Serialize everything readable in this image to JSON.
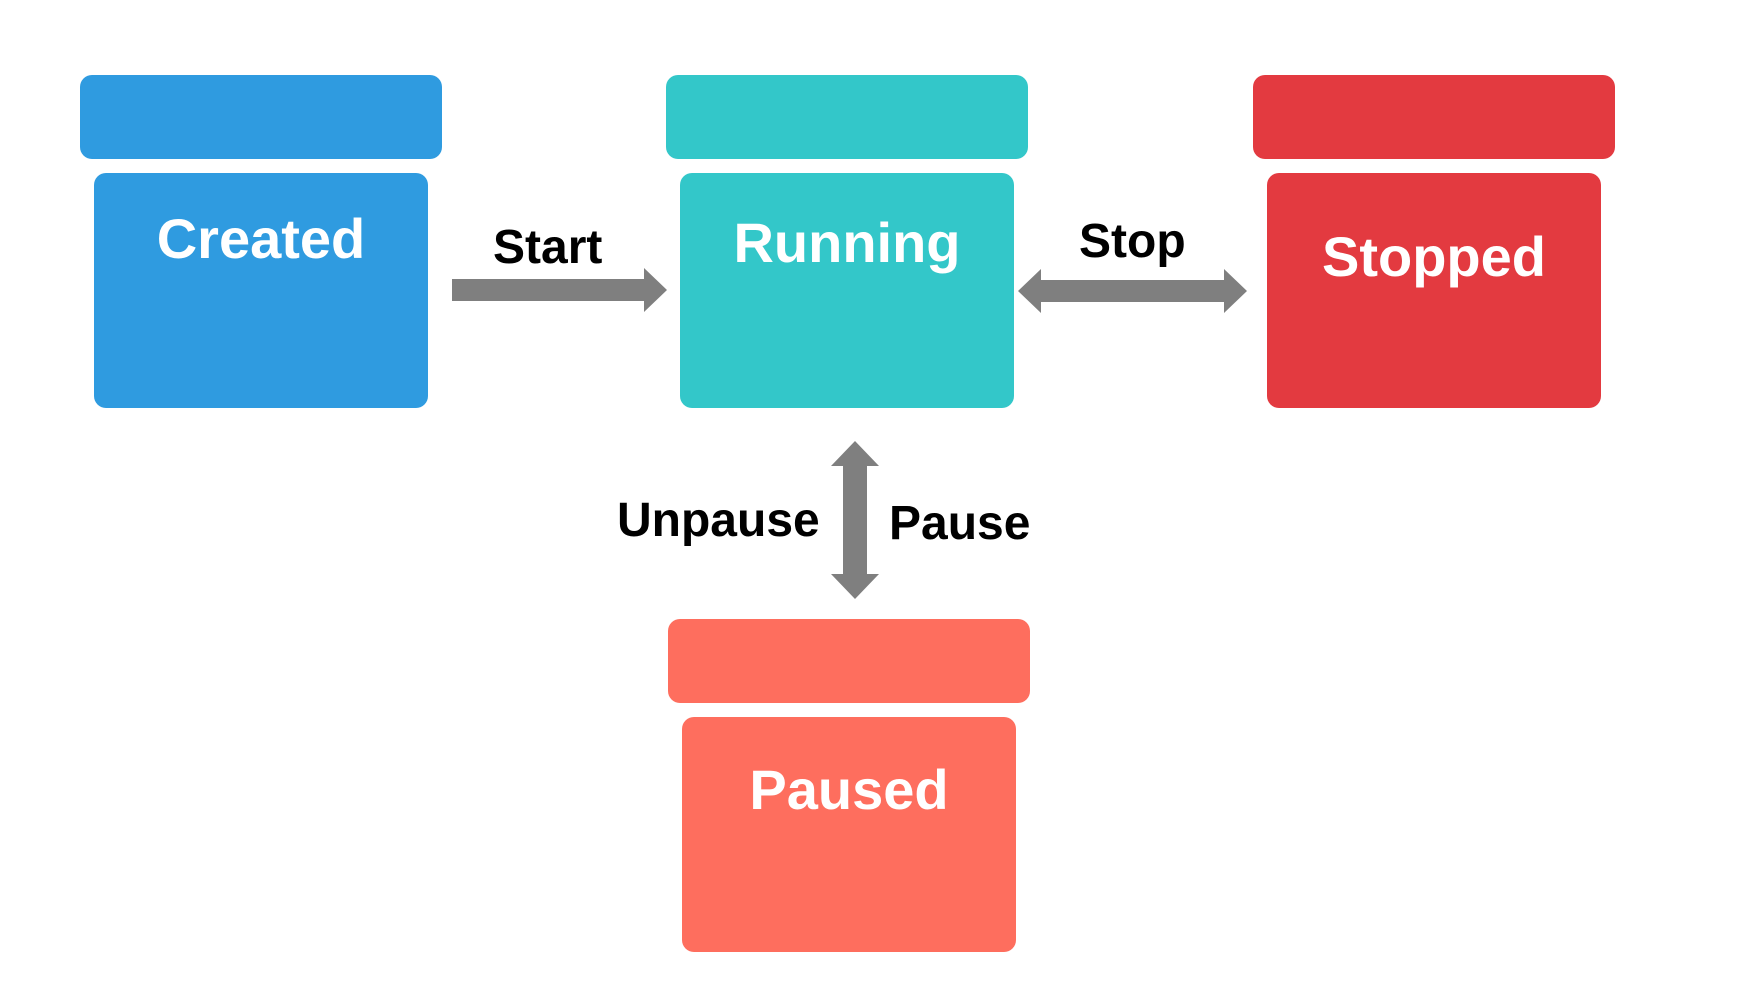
{
  "states": {
    "created": {
      "label": "Created",
      "color": "#2f9be0"
    },
    "running": {
      "label": "Running",
      "color": "#33c7c9"
    },
    "stopped": {
      "label": "Stopped",
      "color": "#e33a40"
    },
    "paused": {
      "label": "Paused",
      "color": "#fe6e5e"
    }
  },
  "transitions": {
    "start": {
      "label": "Start",
      "from": "created",
      "to": "running",
      "direction": "one-way"
    },
    "stop": {
      "label": "Stop",
      "from": "running",
      "to": "stopped",
      "direction": "two-way"
    },
    "pause": {
      "label": "Pause",
      "from": "running",
      "to": "paused",
      "direction": "two-way"
    },
    "unpause": {
      "label": "Unpause",
      "from": "paused",
      "to": "running",
      "direction": "two-way"
    }
  },
  "arrow_color": "#7f7f7f"
}
